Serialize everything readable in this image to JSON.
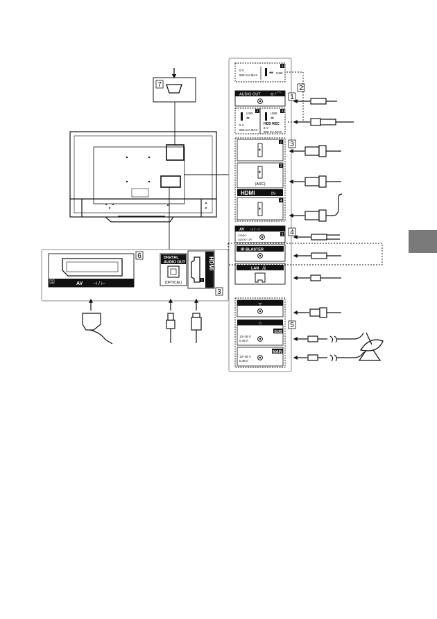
{
  "tv_back_panel": {
    "callouts": [
      "1",
      "2",
      "3",
      "4",
      "5",
      "6",
      "7"
    ],
    "usb_ports": {
      "port1": {
        "badge": "1",
        "spec_voltage": "5 V",
        "spec_current": "500 mA MAX",
        "label": "USB"
      },
      "port2": {
        "badge": "2",
        "spec_voltage": "5 V",
        "spec_current": "500 mA MAX",
        "label": "USB"
      },
      "port3": {
        "badge": "3",
        "label": "USB",
        "sub_label": "HDD REC",
        "spec_voltage": "5 V",
        "spec_current": "900 mA MAX"
      }
    },
    "audio_out": {
      "label": "AUDIO OUT"
    },
    "hdmi": {
      "port2_badge": "2",
      "port3_badge": "3",
      "arc_label": "(ARC)",
      "logo": "HDMI",
      "in_label": "IN",
      "port4_badge": "4"
    },
    "av": {
      "label": "AV",
      "badge": "2",
      "sub_label": "VIDEO",
      "sub_label2": "AUDIO L/R"
    },
    "ir_blaster": {
      "label": "IR BLASTER"
    },
    "lan": {
      "label": "LAN"
    },
    "satellite": {
      "sub_label": "SUB",
      "main_label": "MAIN",
      "spec_voltage": "13–18 V",
      "spec_current": "0.45 A"
    },
    "scart": {
      "badge": "1",
      "label": "AV"
    },
    "optical": {
      "label_line1": "DIGITAL",
      "label_line2": "AUDIO OUT",
      "label_line3": "(OPTICAL)"
    },
    "hdmi1": {
      "logo": "HDMI",
      "badge": "1"
    }
  },
  "icons": [
    "arrow-icon",
    "usb-icon",
    "hdmi-icon",
    "antenna-icon",
    "satellite-dish-icon",
    "lan-icon",
    "headphone-icon"
  ],
  "colors": {
    "ink": "#111111",
    "tab": "#7a7a7a"
  }
}
